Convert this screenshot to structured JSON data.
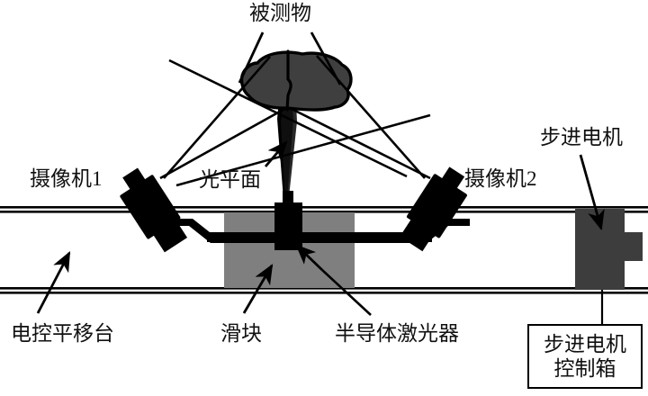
{
  "figure": {
    "kind": "schematic-diagram",
    "title_text": "被测物",
    "description": "Line-structured light 3D measurement setup schematic"
  },
  "labels": {
    "object": "被测物",
    "camera1": "摄像机1",
    "camera2": "摄像机2",
    "light_plane": "光平面",
    "stepper_motor": "步进电机",
    "translation_stage": "电控平移台",
    "slider": "滑块",
    "laser": "半导体激光器",
    "control_box_line1": "步进电机",
    "control_box_line2": "控制箱"
  },
  "colors": {
    "background": "#ffffff",
    "ink": "#000000",
    "text": "#111111",
    "object_fill": "#3f3f3f",
    "object_stroke": "#000000",
    "slider_fill": "#7f7f7f",
    "motor_fill": "#3d3d3d",
    "rail_stroke": "#000000"
  },
  "components": [
    {
      "name": "measured-object",
      "label": "被测物",
      "shape": "irregular-blob",
      "fill": "#3f3f3f"
    },
    {
      "name": "camera-1",
      "label": "摄像机1",
      "shape": "tilted-black-box",
      "fill": "#000000"
    },
    {
      "name": "camera-2",
      "label": "摄像机2",
      "shape": "tilted-black-box",
      "fill": "#000000"
    },
    {
      "name": "laser-emitter",
      "label": "半导体激光器",
      "shape": "black-block",
      "fill": "#000000"
    },
    {
      "name": "light-plane",
      "label": "光平面",
      "shape": "narrow-fan",
      "fill": "#000000"
    },
    {
      "name": "slider",
      "label": "滑块",
      "shape": "gray-rectangle",
      "fill": "#7f7f7f"
    },
    {
      "name": "translation-stage",
      "label": "电控平移台",
      "shape": "double-rail",
      "fill": "#000000"
    },
    {
      "name": "stepper-motor",
      "label": "步进电机",
      "shape": "dark-gray-block",
      "fill": "#3d3d3d"
    },
    {
      "name": "stepper-motor-control-box",
      "label": "步进电机控制箱",
      "shape": "outlined-box",
      "fill": "#ffffff"
    }
  ]
}
